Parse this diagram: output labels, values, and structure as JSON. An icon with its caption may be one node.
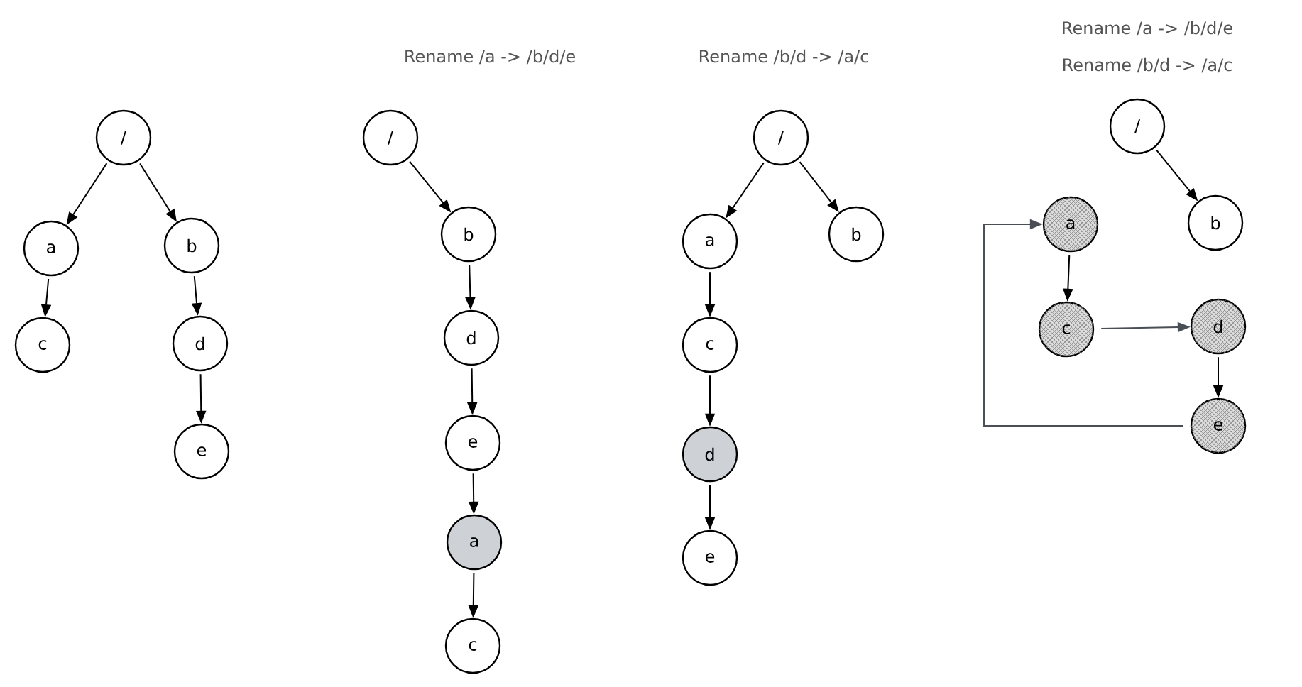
{
  "diagram": {
    "nodes": [
      {
        "text": [
          "/"
        ]
      },
      {
        "text": [
          "a"
        ]
      },
      {
        "text": [
          "b"
        ]
      },
      {
        "text": [
          "c"
        ]
      },
      {
        "text": [
          "d"
        ]
      },
      {
        "text": [
          "e"
        ]
      },
      {
        "text": [
          "/"
        ]
      },
      {
        "text": [
          "b"
        ]
      },
      {
        "text": [
          "d"
        ]
      },
      {
        "text": [
          "e"
        ]
      },
      {
        "text": [
          "a"
        ]
      },
      {
        "text": [
          "c"
        ]
      },
      {
        "text": [
          "/"
        ]
      },
      {
        "text": [
          "a"
        ]
      },
      {
        "text": [
          "b"
        ]
      },
      {
        "text": [
          "c"
        ]
      },
      {
        "text": [
          "d"
        ]
      },
      {
        "text": [
          "e"
        ]
      },
      {
        "text": [
          "/"
        ]
      },
      {
        "text": [
          "a"
        ]
      },
      {
        "text": [
          "b"
        ]
      },
      {
        "text": [
          "c"
        ]
      },
      {
        "text": [
          "d"
        ]
      },
      {
        "text": [
          "e"
        ]
      }
    ],
    "edges": [
      {
        "from": 0,
        "to": 1,
        "arrow": "to"
      },
      {
        "from": 0,
        "to": 2,
        "arrow": "to"
      },
      {
        "from": 1,
        "to": 3,
        "arrow": "to"
      },
      {
        "from": 2,
        "to": 4,
        "arrow": "to"
      },
      {
        "from": 4,
        "to": 5,
        "arrow": "to"
      },
      {
        "from": 6,
        "to": 7,
        "arrow": "to"
      },
      {
        "from": 7,
        "to": 8,
        "arrow": "to"
      },
      {
        "from": 8,
        "to": 9,
        "arrow": "to"
      },
      {
        "from": 9,
        "to": 10,
        "arrow": "to"
      },
      {
        "from": 10,
        "to": 11,
        "arrow": "to"
      },
      {
        "from": 12,
        "to": 13,
        "arrow": "to"
      },
      {
        "from": 12,
        "to": 14,
        "arrow": "to"
      },
      {
        "from": 13,
        "to": 15,
        "arrow": "to"
      },
      {
        "from": 15,
        "to": 16,
        "arrow": "to"
      },
      {
        "from": 16,
        "to": 17,
        "arrow": "to"
      },
      {
        "from": 18,
        "to": 20,
        "arrow": "to"
      },
      {
        "from": 19,
        "to": 21,
        "arrow": "to"
      },
      {
        "from": 21,
        "to": 22,
        "arrow": "to",
        "color": "#4a4f55"
      },
      {
        "from": 22,
        "to": 23,
        "arrow": "to"
      },
      {
        "from": 23,
        "to": 19,
        "arrow": "to",
        "color": "#4a4f55"
      }
    ],
    "labels": [
      "Rename /a -> /b/d/e",
      "Rename /b/d -> /a/c",
      "Rename /a -> /b/d/e",
      "Rename /b/d -> /a/c"
    ]
  }
}
